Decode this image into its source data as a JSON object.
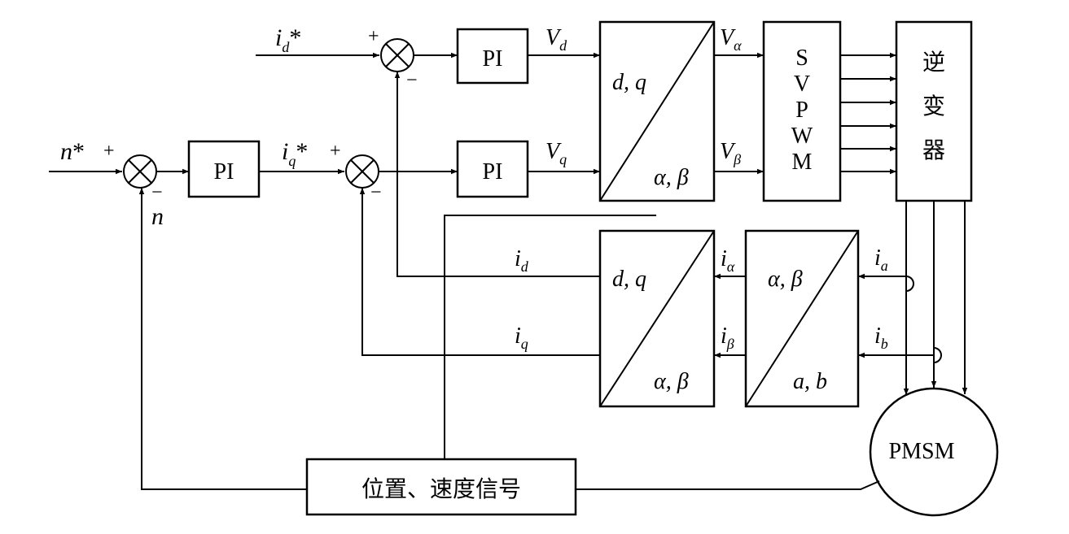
{
  "blocks": {
    "pi_speed": "PI",
    "pi_d": "PI",
    "pi_q": "PI",
    "park_inv_top": "d, q",
    "park_inv_bottom": "α, β",
    "svpwm_letters": [
      "S",
      "V",
      "P",
      "W",
      "M"
    ],
    "inverter_chars": [
      "逆",
      "变",
      "器"
    ],
    "park_top": "d, q",
    "park_bottom": "α, β",
    "clarke_top": "α, β",
    "clarke_bottom": "a, b",
    "motor": "PMSM",
    "sensor": "位置、速度信号"
  },
  "signals": {
    "n_ref": {
      "base": "n",
      "sup": "*"
    },
    "n_fb": "n",
    "id_ref": {
      "base": "i",
      "sub": "d",
      "sup": "*"
    },
    "iq_ref": {
      "base": "i",
      "sub": "q",
      "sup": "*"
    },
    "vd": {
      "base": "V",
      "sub": "d"
    },
    "vq": {
      "base": "V",
      "sub": "q"
    },
    "valpha": {
      "base": "V",
      "sub": "α"
    },
    "vbeta": {
      "base": "V",
      "sub": "β"
    },
    "id_fb": {
      "base": "i",
      "sub": "d"
    },
    "iq_fb": {
      "base": "i",
      "sub": "q"
    },
    "ialpha": {
      "base": "i",
      "sub": "α"
    },
    "ibeta": {
      "base": "i",
      "sub": "β"
    },
    "ia": {
      "base": "i",
      "sub": "a"
    },
    "ib": {
      "base": "i",
      "sub": "b"
    }
  },
  "signs": {
    "plus": "+",
    "minus": "−"
  }
}
